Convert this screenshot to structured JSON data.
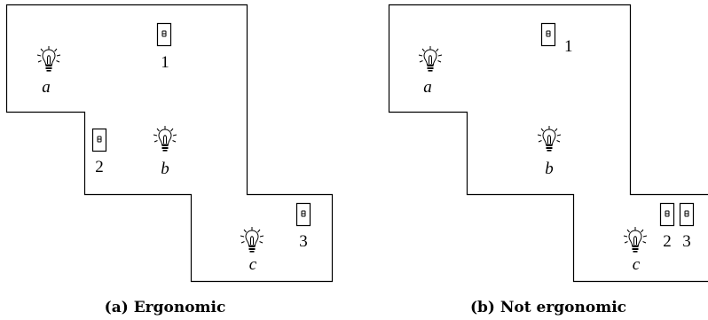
{
  "panels": [
    {
      "caption": "(a)  Ergonomic",
      "lights": [
        {
          "label": "a"
        },
        {
          "label": "b"
        },
        {
          "label": "c"
        }
      ],
      "switches": [
        {
          "label": "1"
        },
        {
          "label": "2"
        },
        {
          "label": "3"
        }
      ]
    },
    {
      "caption": "(b)  Not ergonomic",
      "lights": [
        {
          "label": "a"
        },
        {
          "label": "b"
        },
        {
          "label": "c"
        }
      ],
      "switches": [
        {
          "label": "1"
        },
        {
          "label": "2"
        },
        {
          "label": "3"
        }
      ]
    }
  ],
  "icons": {
    "light": "light-bulb-icon",
    "switch": "light-switch-icon"
  }
}
